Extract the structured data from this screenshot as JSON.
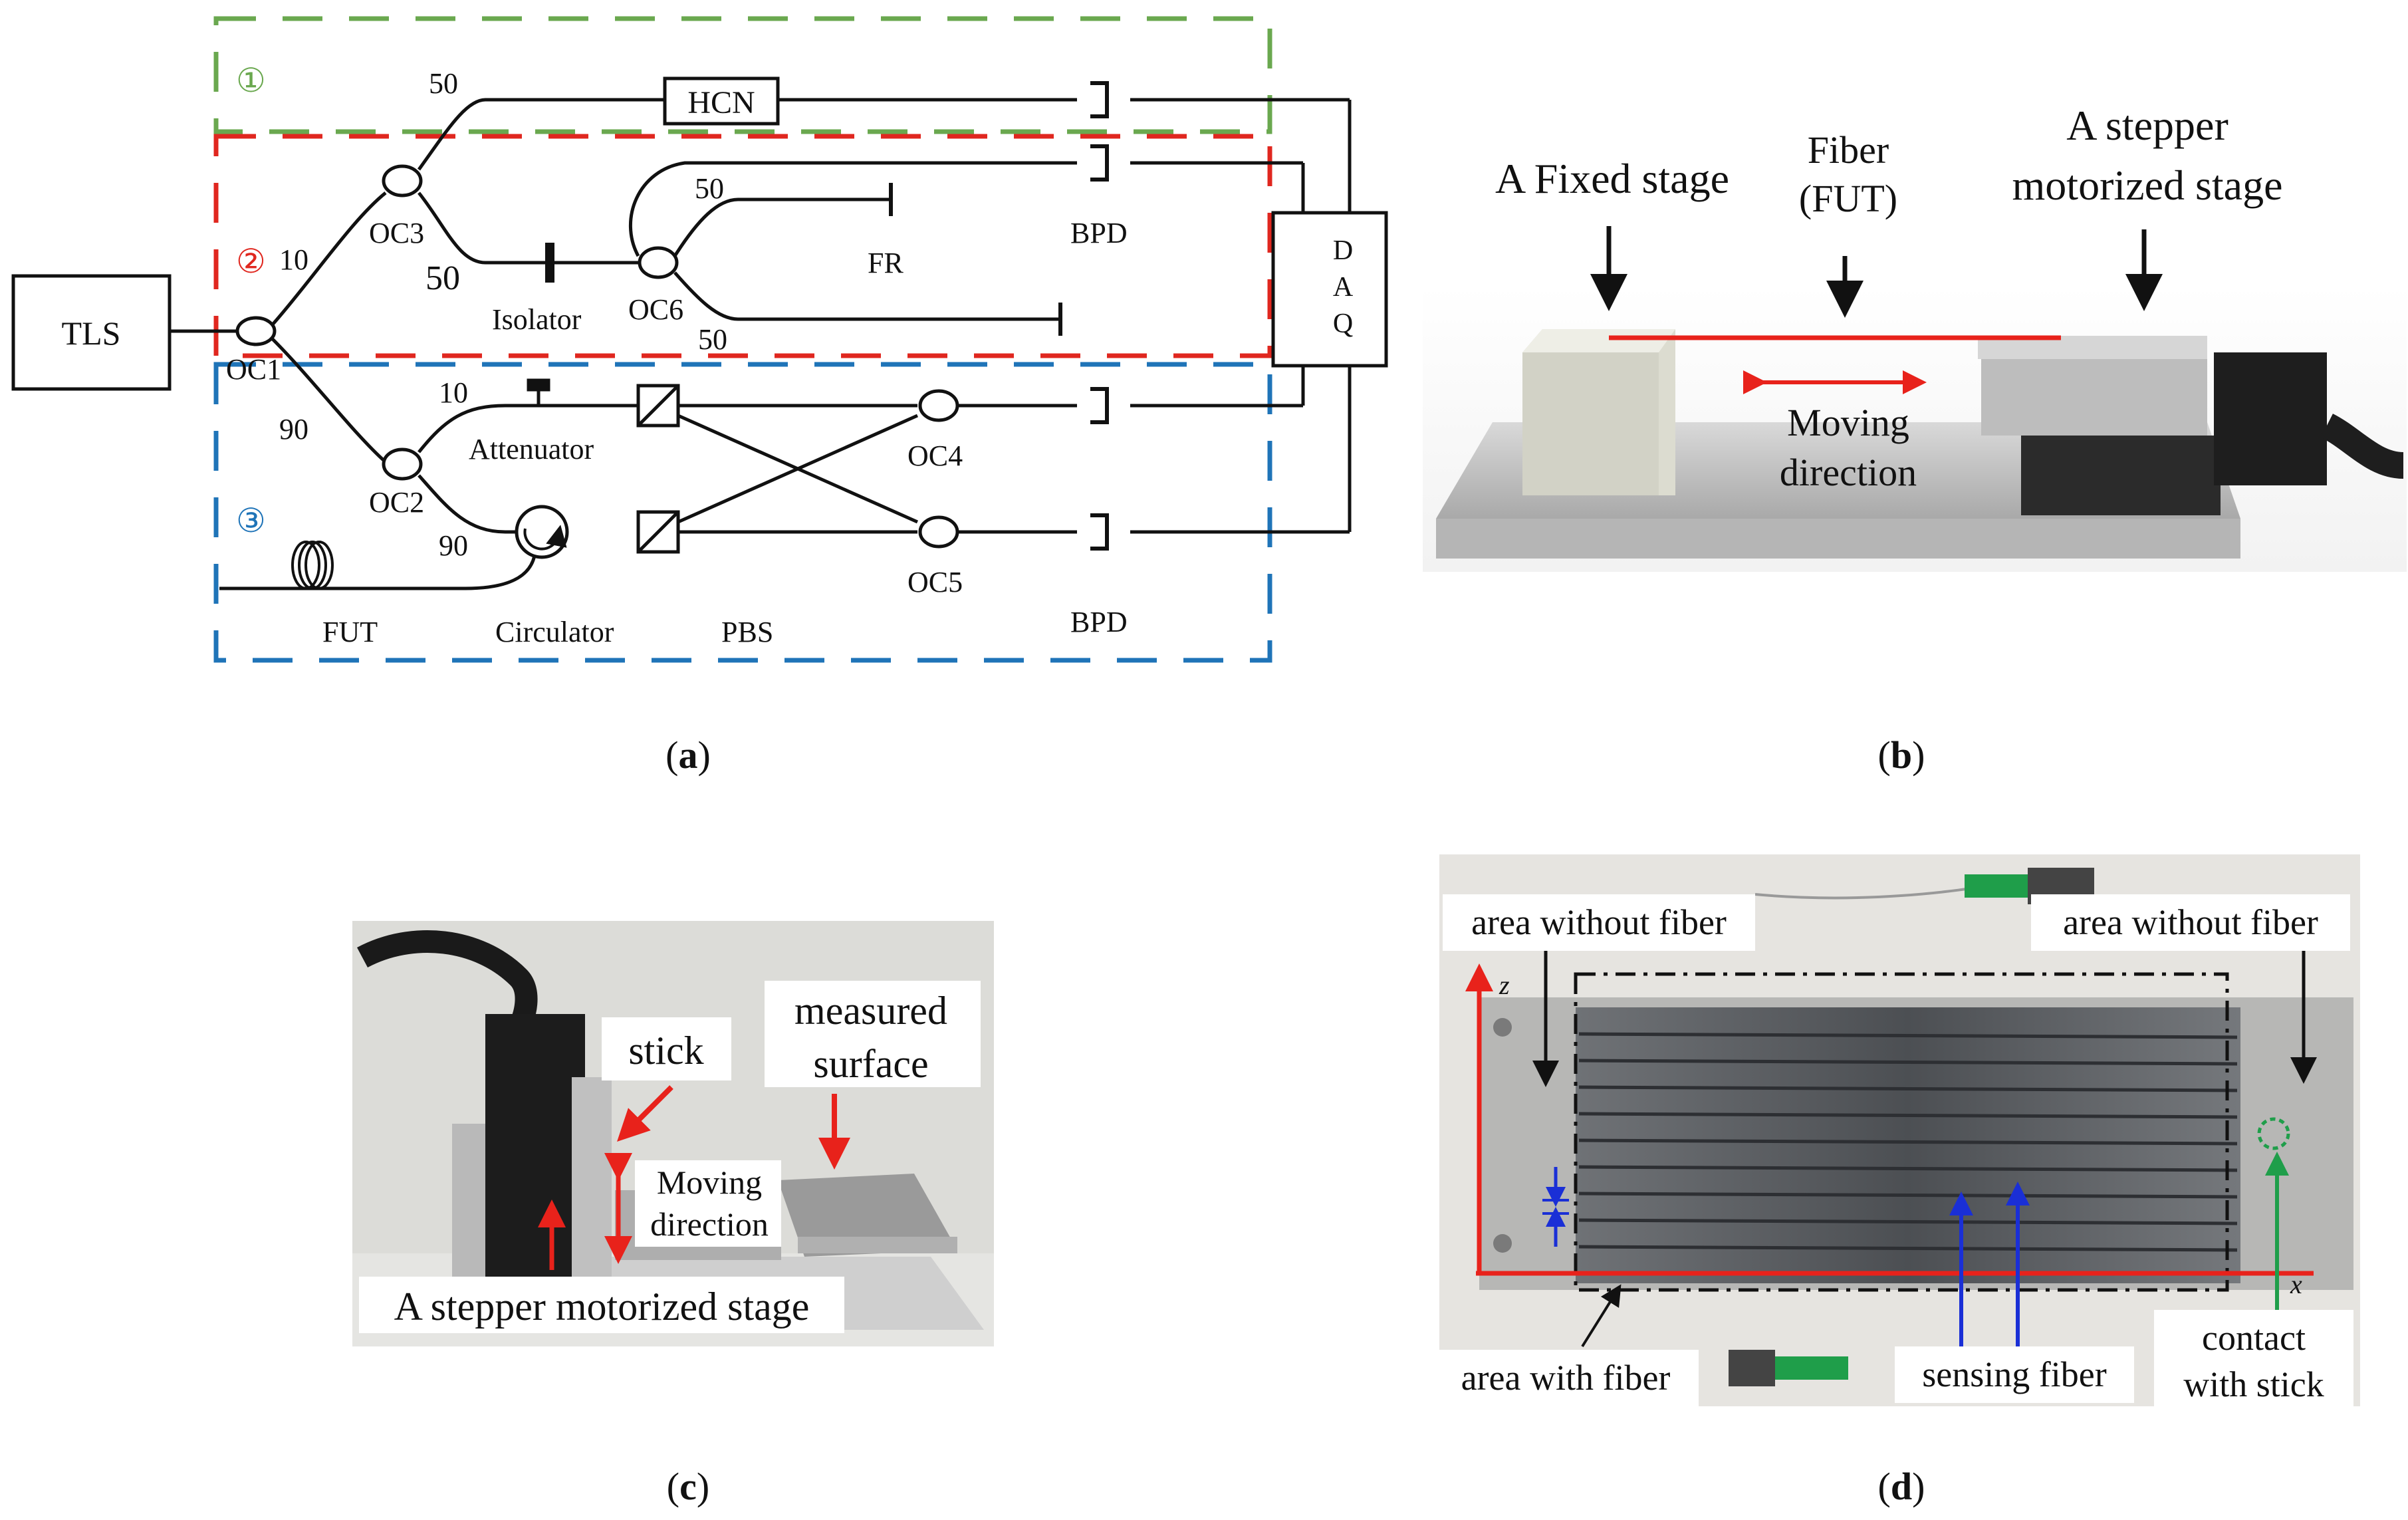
{
  "colors": {
    "region1": "#6aa84f",
    "region2": "#e0271f",
    "region3": "#1f74b8",
    "arrow_red": "#e8221b",
    "arrow_blue": "#1a2fd6",
    "arrow_green": "#1f9e4a",
    "stage_grey": "#c9c9c9"
  },
  "panels": {
    "a": {
      "caption_open": "(",
      "caption_letter": "a",
      "caption_close": ")"
    },
    "b": {
      "caption_open": "(",
      "caption_letter": "b",
      "caption_close": ")"
    },
    "c": {
      "caption_open": "(",
      "caption_letter": "c",
      "caption_close": ")"
    },
    "d": {
      "caption_open": "(",
      "caption_letter": "d",
      "caption_close": ")"
    }
  },
  "schematic": {
    "regions": {
      "r1": "①",
      "r2": "②",
      "r3": "③"
    },
    "labels": {
      "tls": "TLS",
      "hcn": "HCN",
      "daq": [
        "D",
        "A",
        "Q"
      ],
      "oc1": "OC1",
      "oc2": "OC2",
      "oc3": "OC3",
      "oc4": "OC4",
      "oc5": "OC5",
      "oc6": "OC6",
      "isolator": "Isolator",
      "attenuator": "Attenuator",
      "circulator": "Circulator",
      "pbs": "PBS",
      "fut": "FUT",
      "fr": "FR",
      "bpd_top": "BPD",
      "bpd_bottom": "BPD"
    },
    "ratios": {
      "oc3_top": "50",
      "oc3_bottom": "50",
      "oc1_top": "10",
      "oc1_bottom": "90",
      "oc6_top": "50",
      "oc6_bottom": "50",
      "oc2_top": "10",
      "oc2_bottom": "90"
    }
  },
  "photo_b": {
    "fixed_stage": "A Fixed stage",
    "fiber": [
      "Fiber",
      "(FUT)"
    ],
    "stepper": [
      "A stepper",
      "motorized stage"
    ],
    "moving": [
      "Moving",
      "direction"
    ]
  },
  "photo_c": {
    "stick": "stick",
    "surface": [
      "measured",
      "surface"
    ],
    "moving": [
      "Moving",
      "direction"
    ],
    "stepper": "A stepper motorized stage"
  },
  "photo_d": {
    "without_left": "area without fiber",
    "without_right": "area without fiber",
    "with_fiber": "area with fiber",
    "sensing": "sensing fiber",
    "contact": [
      "contact",
      "with stick"
    ],
    "axis_z": "z",
    "axis_x": "x"
  }
}
